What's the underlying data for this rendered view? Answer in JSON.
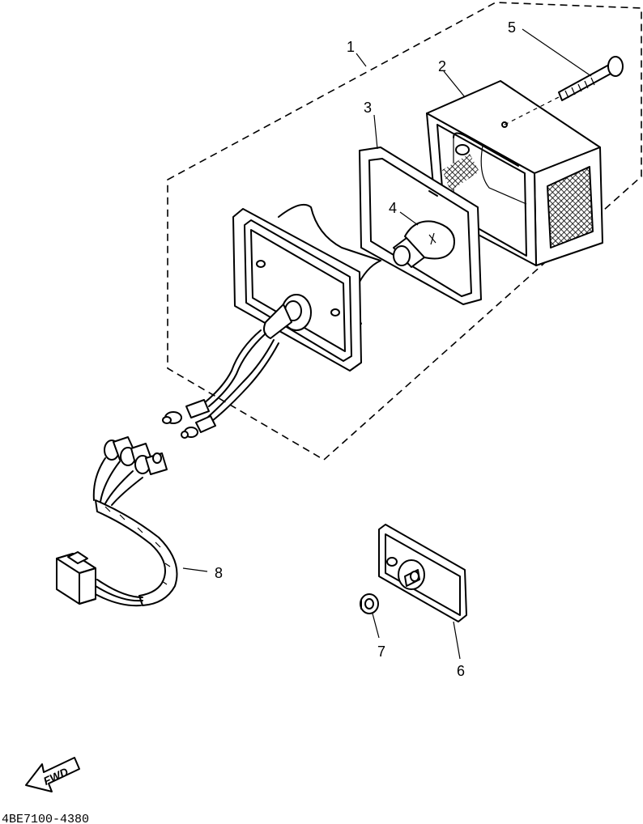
{
  "callouts": [
    {
      "id": "1",
      "label": "1",
      "part": "taillight-assembly"
    },
    {
      "id": "2",
      "label": "2",
      "part": "lens"
    },
    {
      "id": "3",
      "label": "3",
      "part": "lens-gasket"
    },
    {
      "id": "4",
      "label": "4",
      "part": "bulb"
    },
    {
      "id": "5",
      "label": "5",
      "part": "screw"
    },
    {
      "id": "6",
      "label": "6",
      "part": "license-plate-light"
    },
    {
      "id": "7",
      "label": "7",
      "part": "nut"
    },
    {
      "id": "8",
      "label": "8",
      "part": "wire-harness"
    }
  ],
  "fwd_label": "FWD",
  "diagram_code": "4BE7100-4380"
}
